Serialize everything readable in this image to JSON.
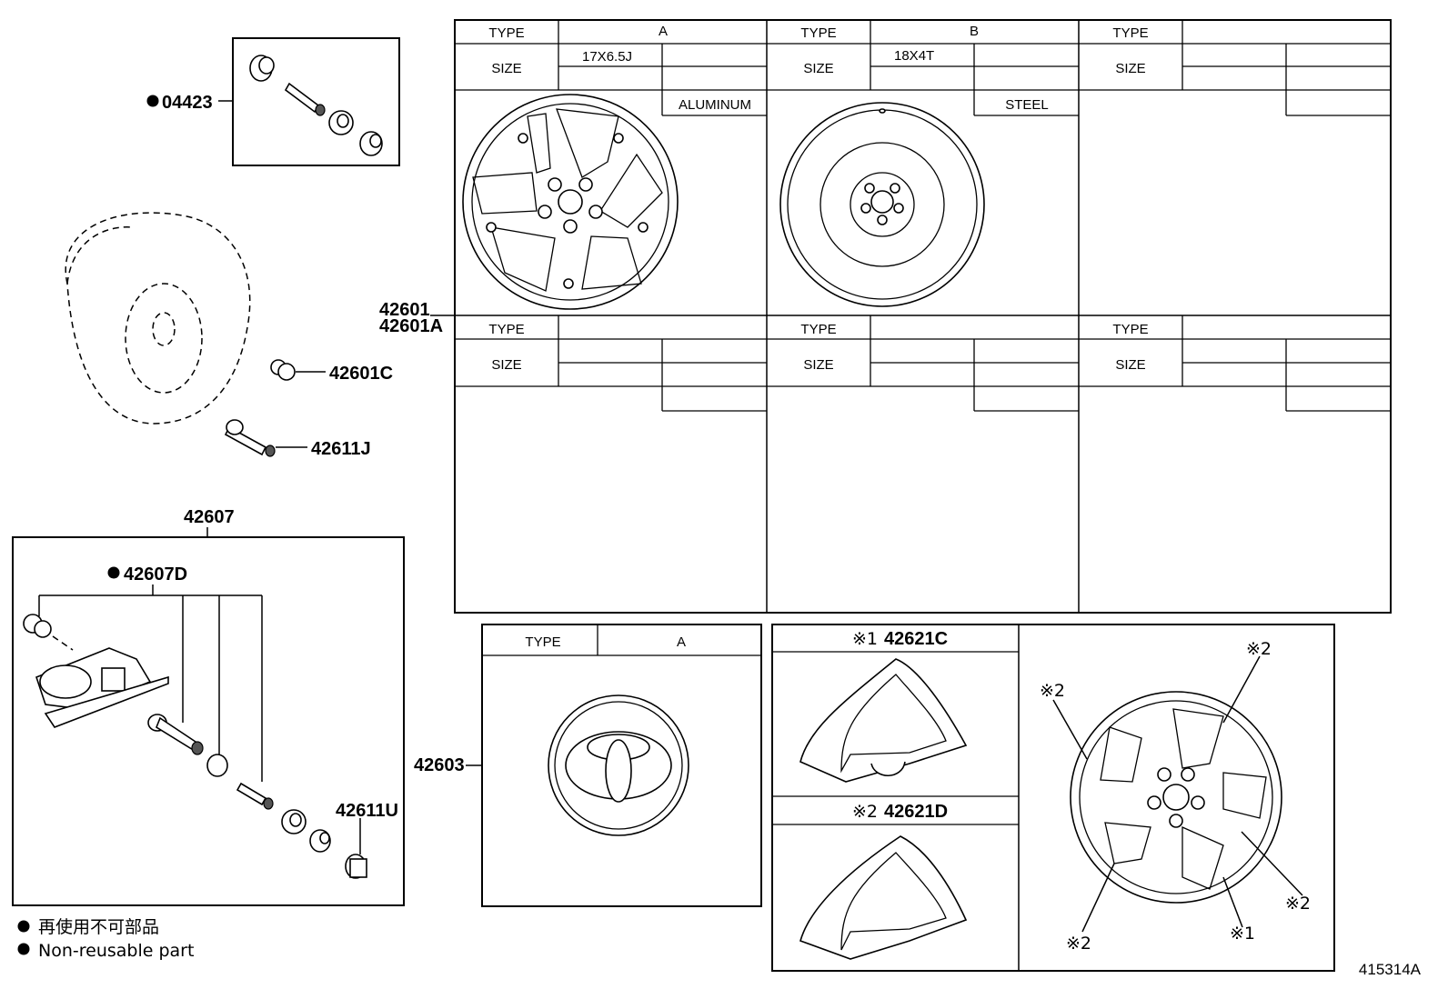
{
  "labels": {
    "type": "TYPE",
    "size": "SIZE"
  },
  "wheel_table": {
    "a_type": "A",
    "a_size": "17X6.5J",
    "a_material": "ALUMINUM",
    "b_type": "B",
    "b_size": "18X4T",
    "b_material": "STEEL"
  },
  "cap_table": {
    "type_value": "A"
  },
  "parts": {
    "p04423": "04423",
    "p42601": "42601",
    "p42601A": "42601A",
    "p42601C": "42601C",
    "p42611J": "42611J",
    "p42607": "42607",
    "p42607D": "42607D",
    "p42611U": "42611U",
    "p42603": "42603",
    "p42621C": "42621C",
    "p42621D": "42621D"
  },
  "marks": {
    "m1": "※1",
    "m2": "※2"
  },
  "legend": {
    "japanese": "再使用不可部品",
    "english": "Non-reusable part"
  },
  "figure_number": "415314A"
}
